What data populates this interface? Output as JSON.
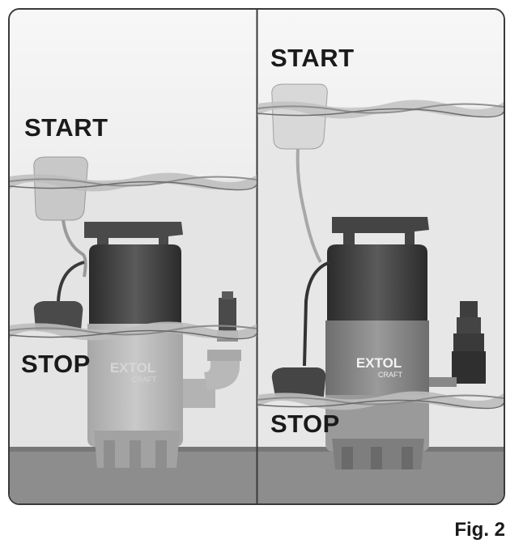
{
  "figure": {
    "caption": "Fig. 2",
    "left_panel": {
      "start_label": "START",
      "stop_label": "STOP"
    },
    "right_panel": {
      "start_label": "START",
      "stop_label": "STOP"
    },
    "brand": {
      "name": "EXTOL",
      "sub": "CRAFT"
    }
  },
  "colors": {
    "frame_border": "#3a3a3a",
    "water_light": "#e6e6e6",
    "floor": "#8a8a8a",
    "pump_dark": "#3c3c3c",
    "pump_submerged": "#b5b5b5"
  }
}
